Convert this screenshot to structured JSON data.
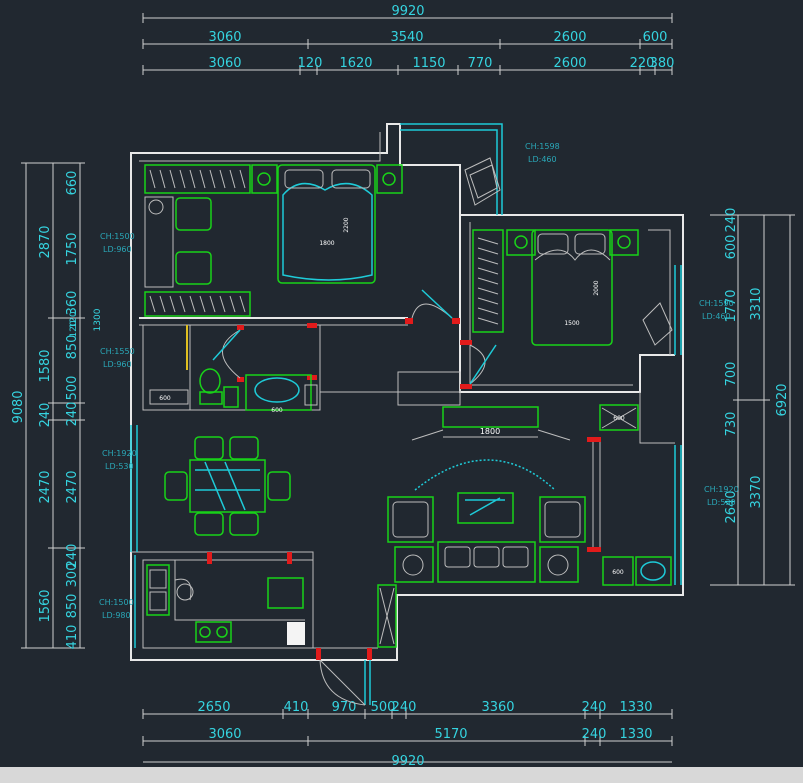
{
  "dims": {
    "top_total": "9920",
    "top_row1": [
      "3060",
      "3540",
      "2600",
      "600"
    ],
    "top_row2": [
      "3060",
      "120",
      "1620",
      "1150",
      "770",
      "2600",
      "220",
      "380"
    ],
    "bottom_row1": [
      "2650",
      "410",
      "970",
      "500",
      "240",
      "3360",
      "240",
      "1330"
    ],
    "bottom_row2": [
      "3060",
      "5170",
      "240",
      "1330"
    ],
    "bottom_total": "9920",
    "left_outer": "9080",
    "left_mid": [
      "2870",
      "1580",
      "240",
      "2470",
      "1560"
    ],
    "left_inner": [
      "660",
      "1750",
      "360",
      "850",
      "500",
      "240",
      "2470",
      "240",
      "300",
      "850",
      "410"
    ],
    "left_inner_extra": [
      "120",
      "120",
      "1300"
    ],
    "right_outer": "6920",
    "right_mid": [
      "3310",
      "3370"
    ],
    "right_inner": [
      "240",
      "600",
      "1770",
      "700",
      "730",
      "2640"
    ]
  },
  "windows": [
    {
      "ch": "CH:1598",
      "ld": "LD:460"
    },
    {
      "ch": "CH:1500",
      "ld": "LD:960"
    },
    {
      "ch": "CH:1550",
      "ld": "LD:960"
    },
    {
      "ch": "CH:1590",
      "ld": "LD:460"
    },
    {
      "ch": "CH:1920",
      "ld": "LD:530"
    },
    {
      "ch": "CH:1920",
      "ld": "LD:530"
    },
    {
      "ch": "CH:1500",
      "ld": "LD:980"
    }
  ],
  "furniture": {
    "bed1_width": "1800",
    "bed1_length": "2200",
    "bed2_width": "1500",
    "bed2_length": "2000",
    "tv_width": "1800",
    "small_label": "600",
    "chest_label": "600",
    "basin_label": "600",
    "fridge_label": "600"
  }
}
